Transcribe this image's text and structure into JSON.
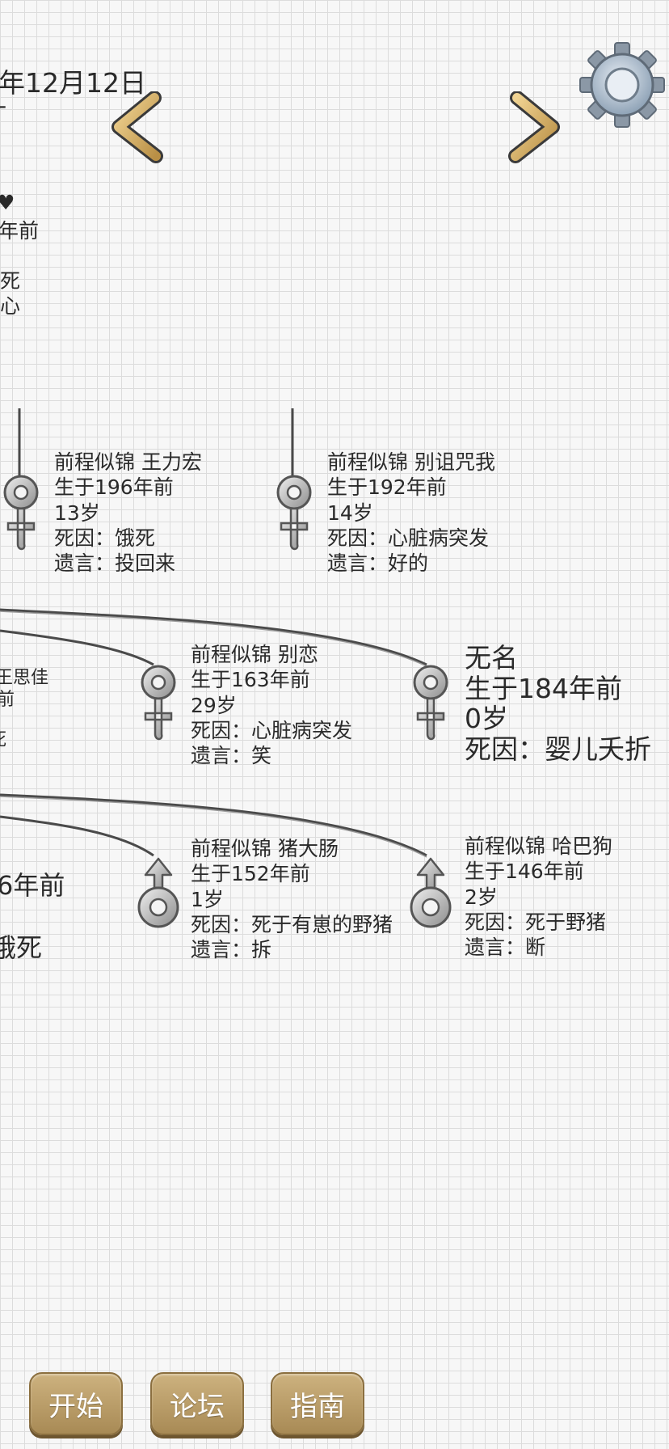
{
  "header": {
    "date_fragment": "年12月12日",
    "dash_fragment": "-"
  },
  "icons": {
    "prev": "chevron-left-icon",
    "next": "chevron-right-icon",
    "settings": "gear-icon",
    "female": "female-symbol-icon",
    "male": "male-symbol-icon"
  },
  "colors": {
    "arrow": "#d8b46a",
    "button": "#bb9d68",
    "symbol": "#d6d6d6",
    "grid": "#dcdcdc"
  },
  "left_fragments": {
    "top_name_tail": "♥",
    "top_born_tail": "年前",
    "top_cause_tail": "死",
    "top_words_tail": "心",
    "mid_name_tail": "王思佳",
    "mid_born_tail": "前",
    "mid_cause_tail": "死",
    "low_born_tail": "6年前",
    "low_cause_tail": "饿死"
  },
  "people": [
    {
      "name": "前程似锦 王力宏",
      "born": "生于196年前",
      "age": "13岁",
      "cause": "死因：饿死",
      "last_words": "遗言：投回来"
    },
    {
      "name": "前程似锦 别诅咒我",
      "born": "生于192年前",
      "age": "14岁",
      "cause": "死因：心脏病突发",
      "last_words": "遗言：好的"
    },
    {
      "name": "前程似锦 别恋",
      "born": "生于163年前",
      "age": "29岁",
      "cause": "死因：心脏病突发",
      "last_words": "遗言：笑"
    },
    {
      "name": "无名",
      "born": "生于184年前",
      "age": "0岁",
      "cause": "死因：婴儿夭折",
      "last_words": ""
    },
    {
      "name": "前程似锦 猪大肠",
      "born": "生于152年前",
      "age": "1岁",
      "cause": "死因：死于有崽的野猪",
      "last_words": "遗言：拆"
    },
    {
      "name": "前程似锦 哈巴狗",
      "born": "生于146年前",
      "age": "2岁",
      "cause": "死因：死于野猪",
      "last_words": "遗言：断"
    }
  ],
  "bottom_nav": {
    "start": "开始",
    "forum": "论坛",
    "guide": "指南"
  }
}
